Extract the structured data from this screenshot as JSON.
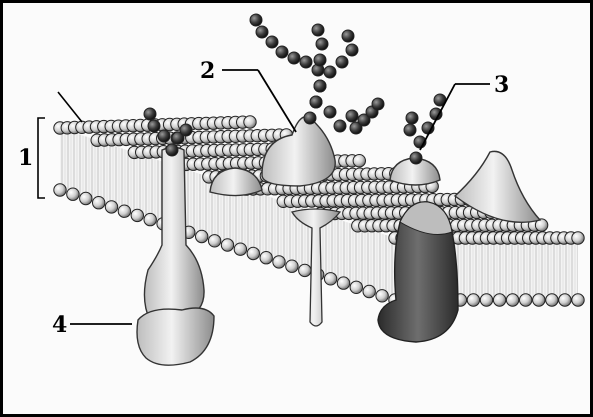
{
  "diagram": {
    "labels": {
      "one": "1",
      "two": "2",
      "three": "3",
      "four": "4"
    },
    "colors": {
      "border": "#000000",
      "head_fill": "#d9d9d9",
      "tail_stripe": "#c8c8c8",
      "protein_light": "#e6e6e6",
      "protein_dark": "#4a4a4a",
      "outline": "#1a1a1a"
    }
  }
}
